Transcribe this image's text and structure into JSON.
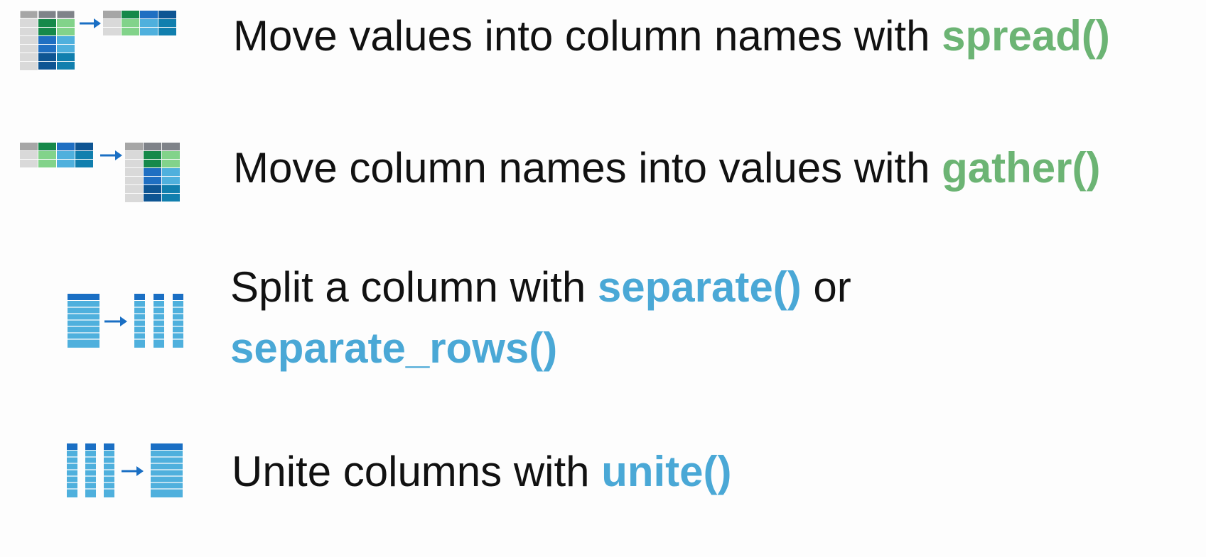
{
  "colors": {
    "green_fn": "#6cb474",
    "blue_fn": "#4aa8d6",
    "header_gray": "#a6a6a6",
    "header_dark_gray": "#7f8389",
    "key_gray": "#d9d9d9",
    "dark_green": "#16894a",
    "light_green": "#82d38a",
    "mid_blue": "#1f6fc2",
    "sky_blue": "#4fb0dd",
    "navy_blue": "#0e5593",
    "teal_blue": "#117fae",
    "arrow": "#1a6fc4"
  },
  "rows": [
    {
      "icon": "spread-tables-icon",
      "prefix": "Move values into column names with ",
      "fn": "spread()"
    },
    {
      "icon": "gather-tables-icon",
      "prefix": "Move column names into values with ",
      "fn": "gather()"
    },
    {
      "icon": "separate-columns-icon",
      "prefix": "Split a column with ",
      "fn": "separate()",
      "suffix": " or",
      "fn2": "separate_rows()"
    },
    {
      "icon": "unite-columns-icon",
      "prefix": "Unite columns with ",
      "fn": "unite()"
    }
  ]
}
